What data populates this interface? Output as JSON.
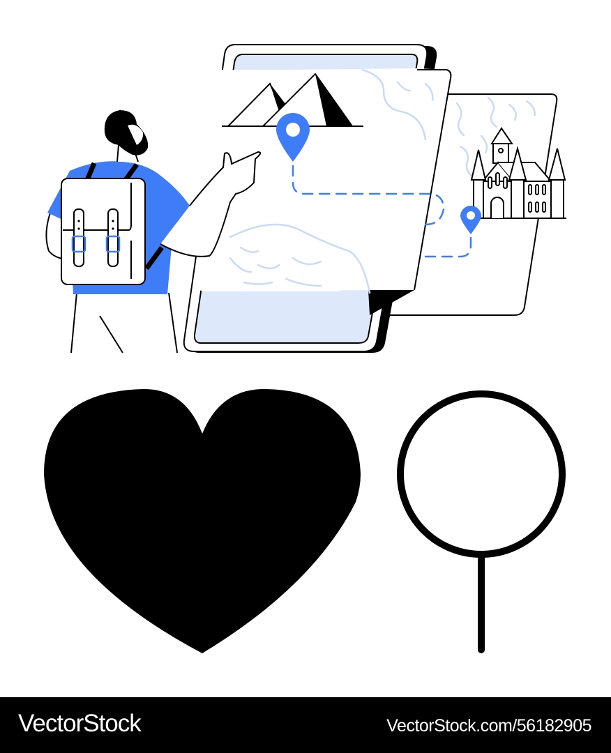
{
  "colors": {
    "accent_blue": "#3f7cf7",
    "light_blue": "#dde8fb",
    "wave_blue": "#c9dbfa",
    "ink": "#000000",
    "paper": "#ffffff"
  },
  "illustration": {
    "scene": "traveler with backpack pointing at a map on a tablet",
    "icons": [
      "traveler",
      "backpack",
      "tablet",
      "map",
      "mountains-icon",
      "location-pin-icon",
      "castle-icon",
      "dashed-route",
      "heart-icon",
      "magnifier-icon"
    ]
  },
  "footer": {
    "brand": "VectorStock",
    "stock_id": "VectorStock.com/56182905"
  }
}
